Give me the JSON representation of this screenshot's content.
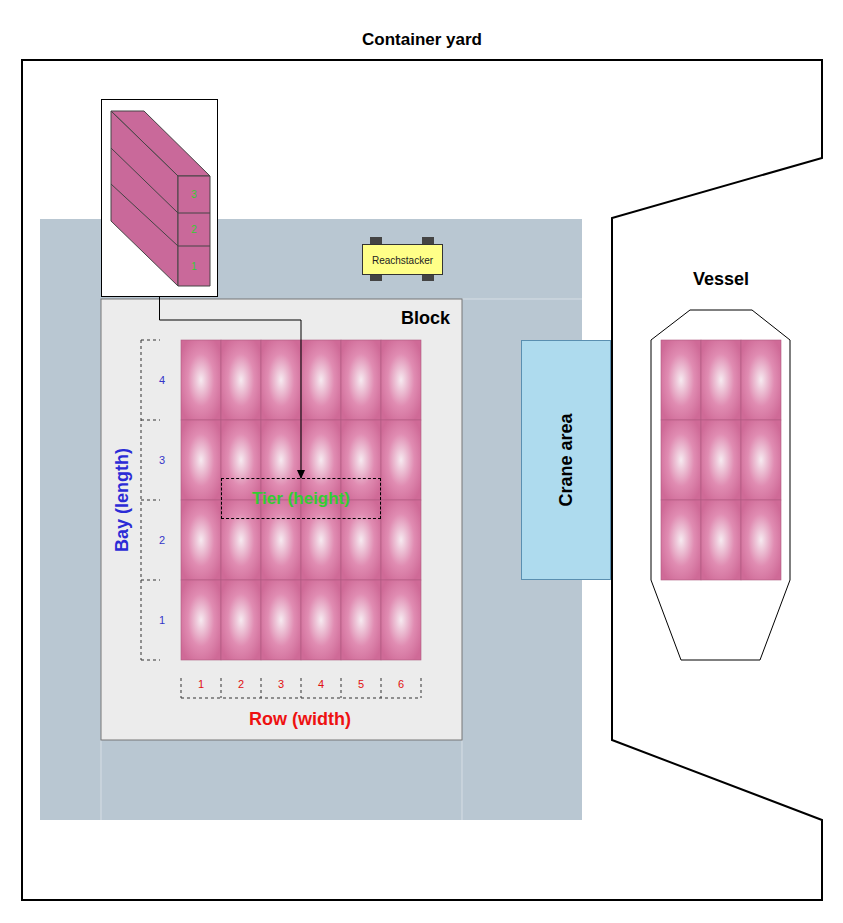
{
  "diagram": {
    "title": "Container yard",
    "nodes": [
      {
        "text": [
          "3",
          "2",
          "1"
        ]
      },
      {
        "text": [
          "Reachstacker"
        ]
      },
      {
        "text": [
          "Block"
        ]
      },
      {
        "text": [
          "Tier (height)"
        ],
        "in": 2
      },
      {
        "text": [
          "Crane area"
        ]
      },
      {
        "text": [
          "Vessel"
        ]
      }
    ],
    "edges": [
      {
        "from": 0,
        "to": 3,
        "arrow": "to"
      }
    ],
    "labels": [
      "Bay (length)",
      "4",
      "3",
      "2",
      "1",
      "1",
      "2",
      "3",
      "4",
      "5",
      "6",
      "Row (width)"
    ]
  }
}
